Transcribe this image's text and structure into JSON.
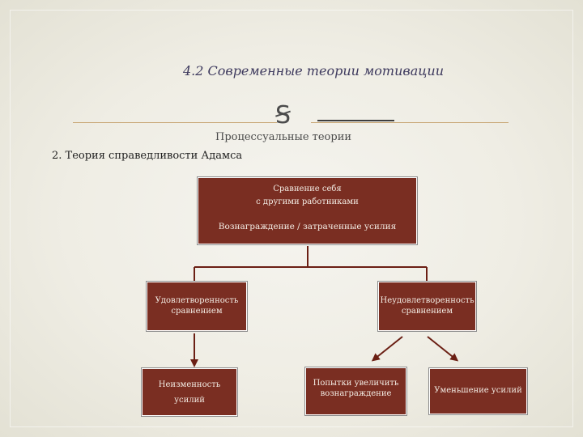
{
  "slide": {
    "title": "4.2 Современные теории мотивации",
    "subtitle": "Процессуальные теории",
    "section_heading": "2. Теория справедливости Адамса",
    "ornament_glyph": "Ꞩ"
  },
  "diagram": {
    "top": {
      "line1": "Сравнение себя",
      "line2": "с другими работниками",
      "line3": "Вознаграждение / затраченные усилия"
    },
    "satisfied": {
      "line1": "Удовлетворенность",
      "line2": "сравнением"
    },
    "unsatisfied": {
      "line1": "Неудовлетворенность",
      "line2": "сравнением"
    },
    "unchanged": {
      "line1": "Неизменность",
      "line2": "усилий"
    },
    "increase": {
      "line1": "Попытки увеличить",
      "line2": "вознаграждение"
    },
    "decrease": {
      "line1": "Уменьшение усилий"
    }
  },
  "colors": {
    "box_fill": "#7a2e22",
    "connector": "#6b1f14",
    "rule": "#c9a878",
    "title_text": "#3e3a5e"
  }
}
